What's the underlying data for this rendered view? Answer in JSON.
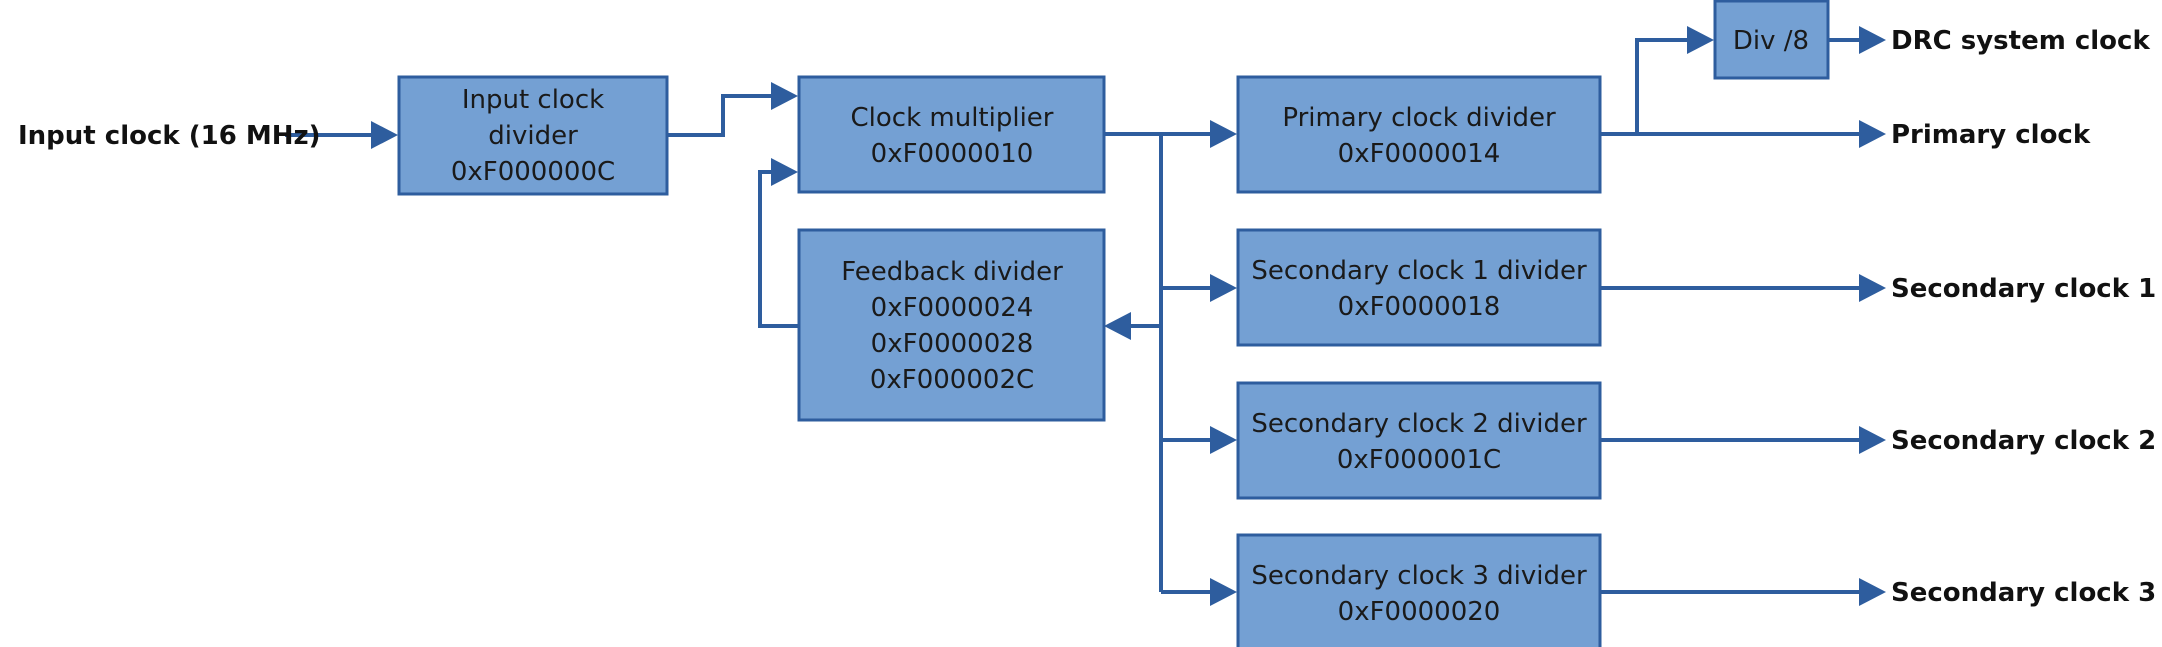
{
  "colors": {
    "block_fill": "#74a0d3",
    "block_stroke": "#2e5d9e",
    "wire": "#2e5d9e",
    "text": "#111111"
  },
  "input": {
    "label": "Input clock (16 MHz)"
  },
  "blocks": {
    "input_divider": {
      "line1": "Input clock",
      "line2": "divider",
      "addr": "0xF000000C"
    },
    "multiplier": {
      "title": "Clock multiplier",
      "addr": "0xF0000010"
    },
    "feedback": {
      "title": "Feedback divider",
      "addr1": "0xF0000024",
      "addr2": "0xF0000028",
      "addr3": "0xF000002C"
    },
    "primary": {
      "title": "Primary clock divider",
      "addr": "0xF0000014"
    },
    "secondary1": {
      "title": "Secondary clock 1 divider",
      "addr": "0xF0000018"
    },
    "secondary2": {
      "title": "Secondary clock 2 divider",
      "addr": "0xF000001C"
    },
    "secondary3": {
      "title": "Secondary clock 3 divider",
      "addr": "0xF0000020"
    },
    "div8": {
      "title": "Div /8"
    }
  },
  "outputs": {
    "drc": "DRC system clock",
    "primary": "Primary clock",
    "secondary1": "Secondary clock 1",
    "secondary2": "Secondary clock 2",
    "secondary3": "Secondary clock 3"
  }
}
